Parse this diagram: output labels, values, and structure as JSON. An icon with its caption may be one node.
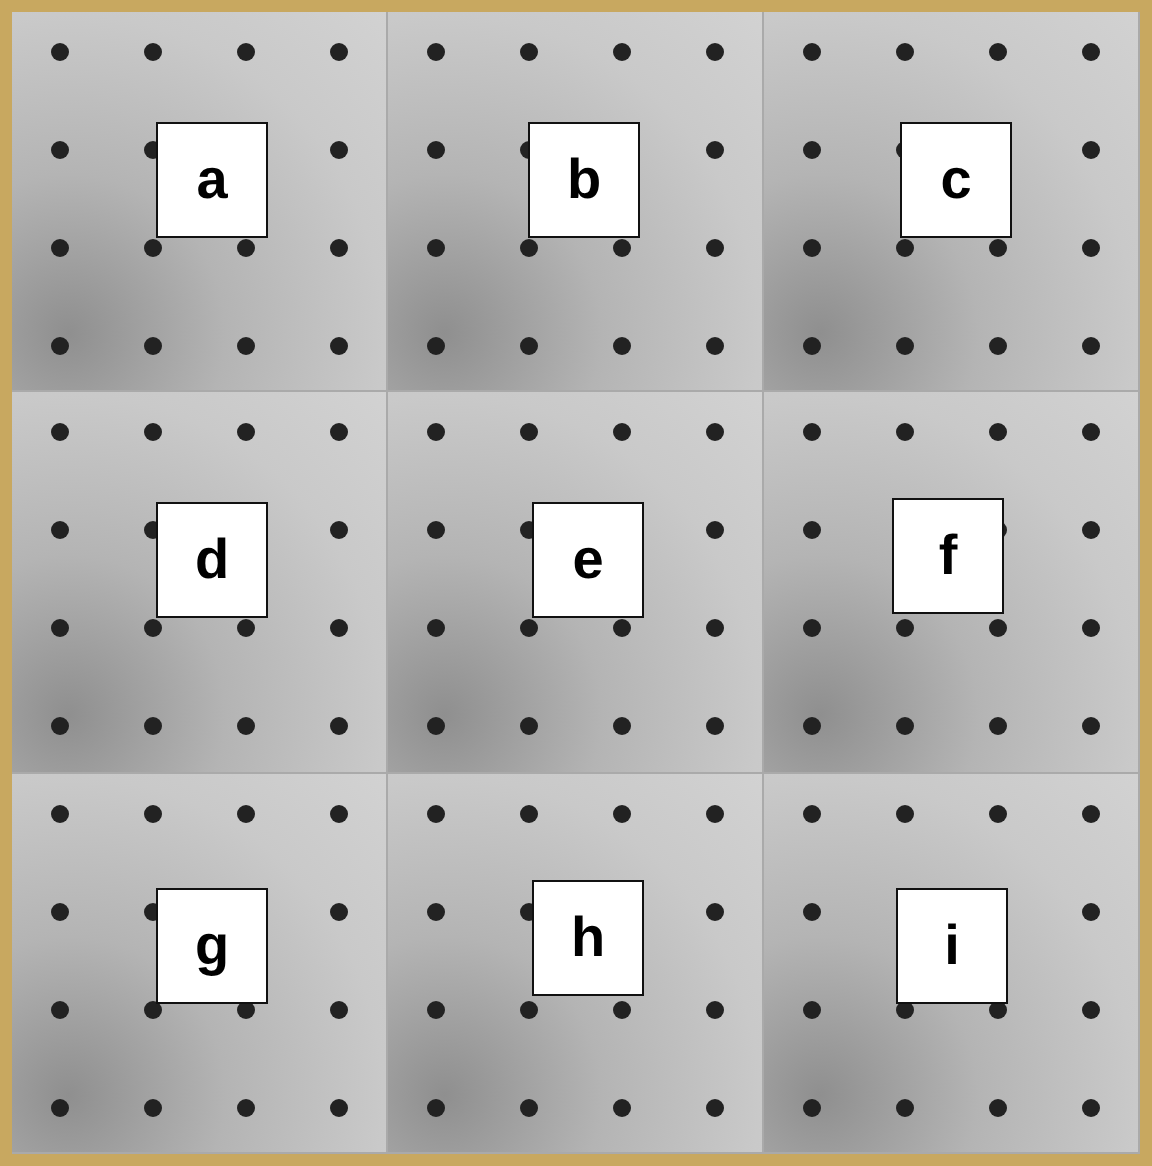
{
  "diagram": {
    "nodes": [
      {
        "text": [
          "a"
        ]
      },
      {
        "text": [
          "b"
        ]
      },
      {
        "text": [
          "c"
        ]
      },
      {
        "text": [
          "d"
        ]
      },
      {
        "text": [
          "e"
        ]
      },
      {
        "text": [
          "f"
        ]
      },
      {
        "text": [
          "g"
        ]
      },
      {
        "text": [
          "h"
        ]
      },
      {
        "text": [
          "i"
        ]
      }
    ]
  }
}
